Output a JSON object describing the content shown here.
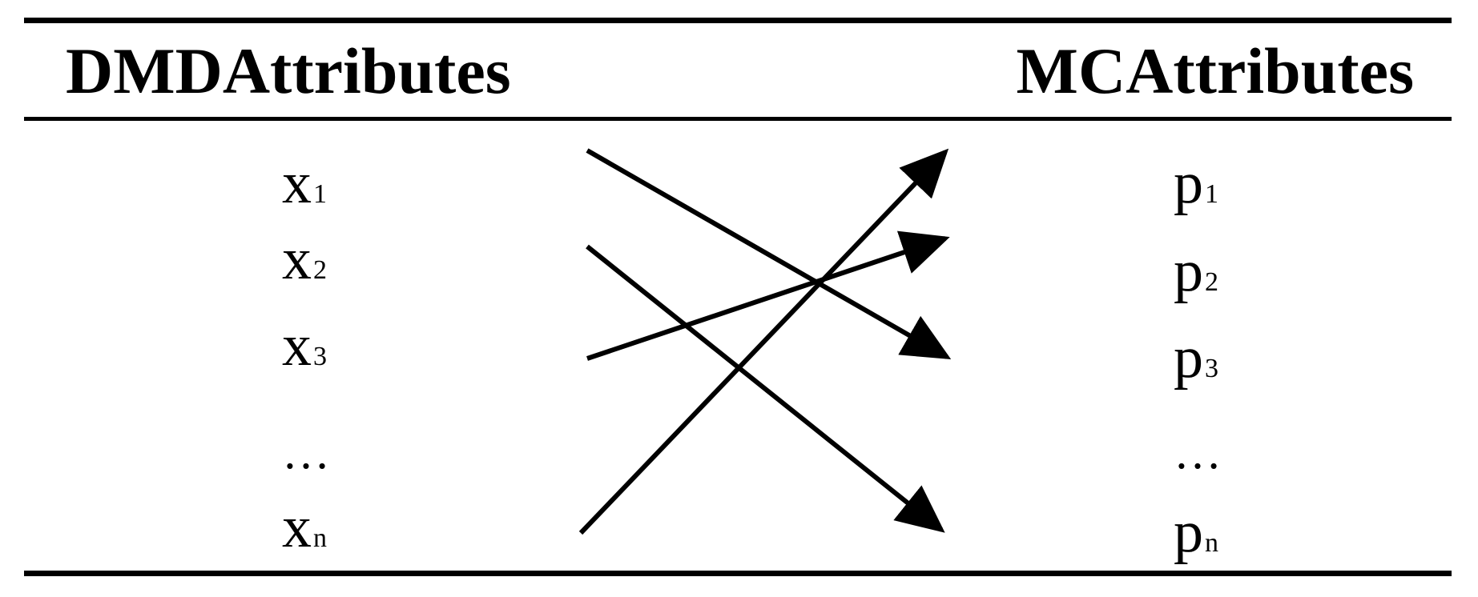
{
  "headers": {
    "left": "DMDAttributes",
    "right": "MCAttributes"
  },
  "left_items": [
    {
      "base": "x",
      "sub": "1"
    },
    {
      "base": "x",
      "sub": "2"
    },
    {
      "base": "x",
      "sub": "3"
    },
    {
      "text": "…"
    },
    {
      "base": "x",
      "sub": "n"
    }
  ],
  "right_items": [
    {
      "base": "p",
      "sub": "1"
    },
    {
      "base": "p",
      "sub": "2"
    },
    {
      "base": "p",
      "sub": "3"
    },
    {
      "text": "…"
    },
    {
      "base": "p",
      "sub": "n"
    }
  ],
  "mappings": [
    {
      "from": "x1",
      "to": "p3"
    },
    {
      "from": "x2",
      "to": "pn"
    },
    {
      "from": "x3",
      "to": "p2"
    },
    {
      "from": "xn",
      "to": "p1"
    }
  ],
  "colors": {
    "ink": "#000000",
    "background": "#ffffff"
  }
}
